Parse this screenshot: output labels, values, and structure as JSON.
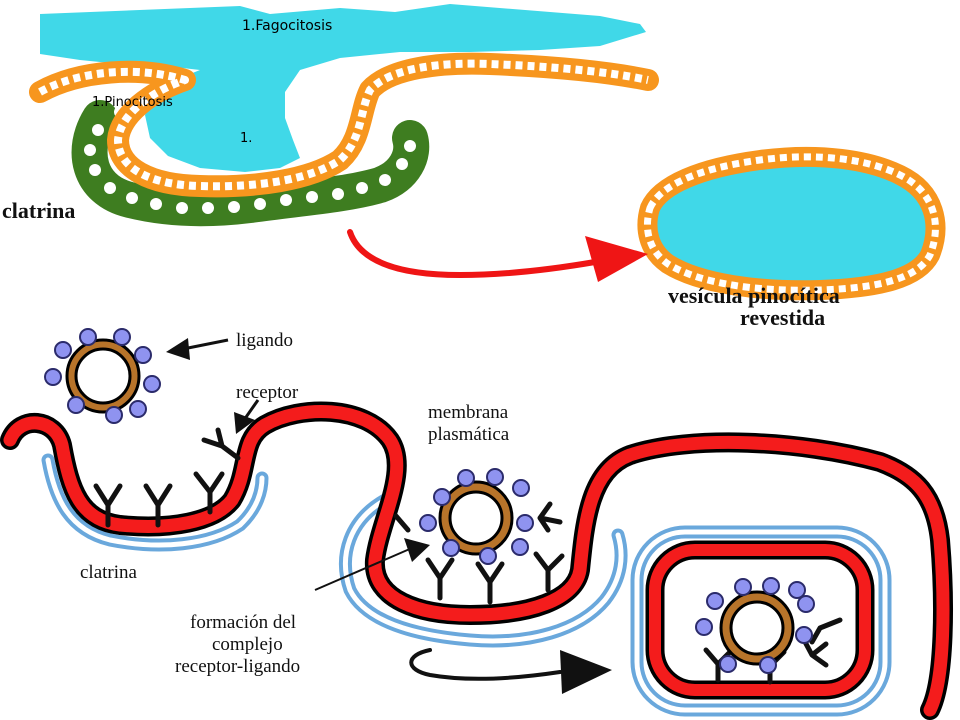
{
  "labels": {
    "fagocitosis": "1.Fagocitosis",
    "pinocitosis": "1.Pinocitosis",
    "one": "1.",
    "clatrina_top": "clatrina",
    "vesicula_line1": "vesícula pinocítica",
    "vesicula_line2": "revestida",
    "ligando": "ligando",
    "receptor": "receptor",
    "membrana_line1": "membrana",
    "membrana_line2": "plasmática",
    "clatrina_bottom": "clatrina",
    "formacion_line1": "formación del",
    "formacion_line2": "complejo",
    "formacion_line3": "receptor-ligando"
  },
  "colors": {
    "fluid": "#40d8e8",
    "membrane_orange": "#f7961e",
    "clathrin_green": "#3e7d20",
    "membrane_red": "#f41c1c",
    "clathrin_blue": "#6aa8dc",
    "ligand_blue": "#8f93f0",
    "ring_brown": "#b8742a",
    "arrow_red": "#ef1515"
  }
}
